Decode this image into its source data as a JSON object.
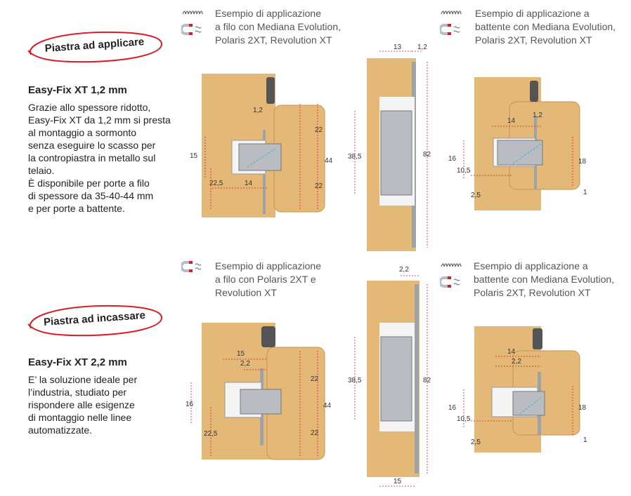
{
  "colors": {
    "accent": "#d41f2a",
    "wood": "#e4b877",
    "wood_dark": "#c9924f",
    "metal": "#b9bdc2",
    "dim_line": "#d41f2a",
    "hinge_blue": "#3fb3e0"
  },
  "section1": {
    "badge": "Piastra ad applicare",
    "product": "Easy-Fix XT 1,2 mm",
    "description": [
      "Grazie allo spessore ridotto,",
      "Easy-Fix XT da 1,2 mm si presta",
      "al montaggio a sormonto",
      "senza eseguire lo scasso per",
      "la contropiastra in metallo sul",
      "telaio.",
      "È disponibile per porte a filo",
      "di spessore da 35-40-44 mm",
      "e per porte a battente."
    ]
  },
  "section2": {
    "badge": "Piastra ad incassare",
    "product": "Easy-Fix XT 2,2 mm",
    "description": [
      "E’ la soluzione ideale per",
      "l’industria, studiato per",
      "rispondere alle esigenze",
      "di montaggio nelle linee",
      "automatizzate."
    ]
  },
  "captions": {
    "top_left": [
      "Esempio di applicazione",
      "a filo con Mediana Evolution,",
      "Polaris 2XT, Revolution XT"
    ],
    "top_right": [
      "Esempio di applicazione a",
      "battente con Mediana Evolution,",
      "Polaris 2XT, Revolution XT"
    ],
    "bottom_left": [
      "Esempio di applicazione",
      "a filo con Polaris 2XT e",
      "Revolution XT"
    ],
    "bottom_right": [
      "Esempio di applicazione a",
      "battente con Mediana Evolution,",
      "Polaris 2XT, Revolution XT"
    ]
  },
  "icons": {
    "top_left": [
      "spring-icon",
      "magnet-icon"
    ],
    "top_right": [
      "spring-icon",
      "magnet-icon"
    ],
    "bottom_left": [
      "magnet-icon"
    ],
    "bottom_right": [
      "spring-icon",
      "magnet-icon"
    ]
  },
  "dims": {
    "d1": {
      "a": "1,2",
      "b": "22",
      "c": "15",
      "d": "44",
      "e": "22",
      "f": "22,5",
      "g": "14"
    },
    "d2": {
      "a": "13",
      "b": "1,2",
      "c": "38,5",
      "d": "82"
    },
    "d3": {
      "a": "14",
      "b": "1,2",
      "c": "16",
      "d": "10,5",
      "e": "18",
      "f": "2,5",
      "g": "1"
    },
    "d4": {
      "a": "15",
      "b": "2,2",
      "c": "22",
      "d": "16",
      "e": "44",
      "f": "22",
      "g": "22,5"
    },
    "d5": {
      "a": "2,2",
      "b": "38,5",
      "c": "82",
      "d": "15"
    },
    "d6": {
      "a": "14",
      "b": "2,2",
      "c": "16",
      "d": "10,5",
      "e": "18",
      "f": "2,5",
      "g": "1"
    }
  }
}
